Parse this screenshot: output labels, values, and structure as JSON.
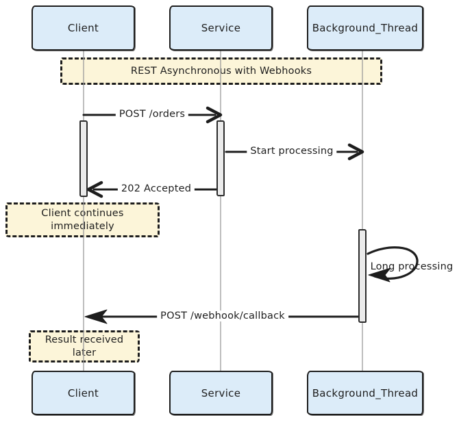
{
  "diagram_type": "sequence",
  "actors": [
    {
      "name": "Client"
    },
    {
      "name": "Service"
    },
    {
      "name": "Background_Thread"
    }
  ],
  "notes": {
    "title": "REST Asynchronous with Webhooks",
    "client_continues": "Client continues immediately",
    "result_received": "Result received later"
  },
  "messages": {
    "post_orders": "POST /orders",
    "start_processing": "Start processing",
    "accepted": "202 Accepted",
    "long_processing": "Long processing",
    "webhook_callback": "POST /webhook/callback"
  },
  "colors": {
    "actor_fill": "#dcecf9",
    "note_fill": "#fcf5d9",
    "stroke": "#1d1d1d",
    "activation_fill": "#ebebeb",
    "lifeline": "#9b9b9b",
    "background": "#ffffff"
  }
}
